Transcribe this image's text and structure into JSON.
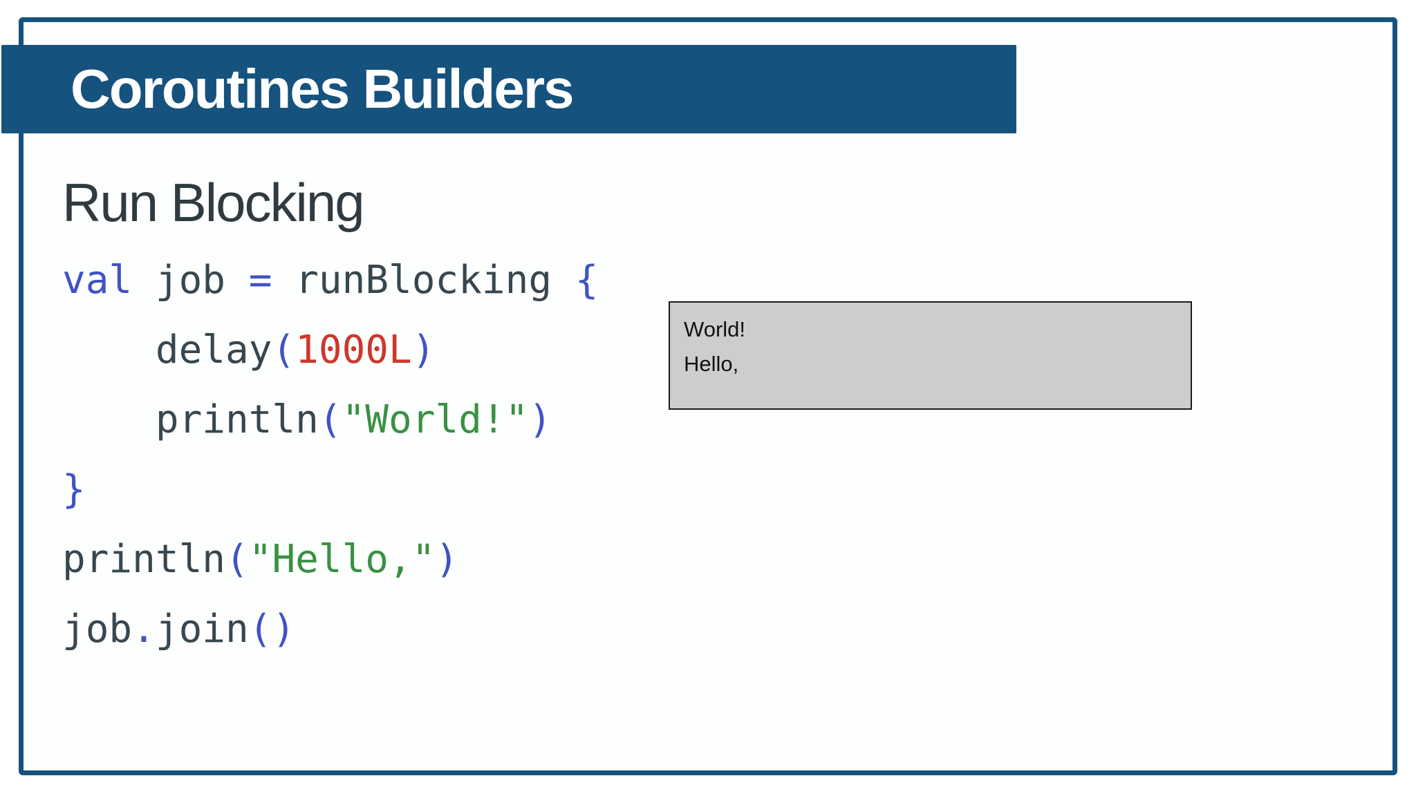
{
  "slide": {
    "title": "Coroutines Builders",
    "section_heading": "Run Blocking"
  },
  "colors": {
    "banner_blue": "#15527E",
    "card_border_blue": "#15527E",
    "title_text": "#FFFFFF",
    "heading_text": "#2F3B40",
    "code_plain": "#37474F",
    "code_keyword": "#4053C4",
    "code_punctuation": "#4053C4",
    "code_string": "#3A9142",
    "code_number": "#CE372C",
    "output_box_bg": "#CDCDCD",
    "output_box_border": "#1A1A1A",
    "output_text": "#111111"
  },
  "code": {
    "language": "kotlin",
    "lines": [
      [
        {
          "text": "val",
          "style": "keyword"
        },
        {
          "text": " job ",
          "style": "plain"
        },
        {
          "text": "=",
          "style": "punctuation"
        },
        {
          "text": " runBlocking ",
          "style": "plain"
        },
        {
          "text": "{",
          "style": "punctuation"
        }
      ],
      [
        {
          "text": "    delay",
          "style": "plain"
        },
        {
          "text": "(",
          "style": "punctuation"
        },
        {
          "text": "1000L",
          "style": "number"
        },
        {
          "text": ")",
          "style": "punctuation"
        }
      ],
      [
        {
          "text": "    println",
          "style": "plain"
        },
        {
          "text": "(",
          "style": "punctuation"
        },
        {
          "text": "\"World!\"",
          "style": "string"
        },
        {
          "text": ")",
          "style": "punctuation"
        }
      ],
      [
        {
          "text": "}",
          "style": "punctuation"
        }
      ],
      [
        {
          "text": "println",
          "style": "plain"
        },
        {
          "text": "(",
          "style": "punctuation"
        },
        {
          "text": "\"Hello,\"",
          "style": "string"
        },
        {
          "text": ")",
          "style": "punctuation"
        }
      ],
      [
        {
          "text": "job",
          "style": "plain"
        },
        {
          "text": ".",
          "style": "punctuation"
        },
        {
          "text": "join",
          "style": "plain"
        },
        {
          "text": "()",
          "style": "punctuation"
        }
      ]
    ]
  },
  "output_box": {
    "lines": [
      "World!",
      "Hello,"
    ]
  }
}
